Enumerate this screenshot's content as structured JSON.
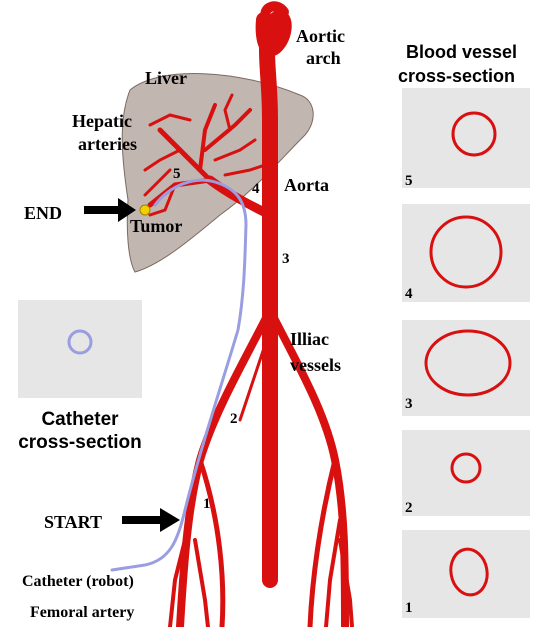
{
  "colors": {
    "vessel": "#d91010",
    "vessel_dark": "#a00000",
    "liver": "#8f7a70",
    "catheter": "#9a9ee0",
    "panel": "#e6e6e6",
    "arrow": "#000000"
  },
  "labels": {
    "aortic_arch_1": "Aortic",
    "aortic_arch_2": "arch",
    "liver": "Liver",
    "hepatic_1": "Hepatic",
    "hepatic_2": "arteries",
    "aorta": "Aorta",
    "tumor": "Tumor",
    "end": "END",
    "start": "START",
    "iliac_1": "Illiac",
    "iliac_2": "vessels",
    "catheter_robot": "Catheter (robot)",
    "femoral": "Femoral artery",
    "catheter_cs_1": "Catheter",
    "catheter_cs_2": "cross-section",
    "blood_cs_1": "Blood vessel",
    "blood_cs_2": "cross-section"
  },
  "path_numbers": [
    "1",
    "2",
    "3",
    "4",
    "5"
  ],
  "cross_sections": [
    {
      "number": "5",
      "shape": "circle-small"
    },
    {
      "number": "4",
      "shape": "circle-large"
    },
    {
      "number": "3",
      "shape": "ellipse-wide"
    },
    {
      "number": "2",
      "shape": "circle-tiny"
    },
    {
      "number": "1",
      "shape": "ellipse-tall"
    }
  ]
}
